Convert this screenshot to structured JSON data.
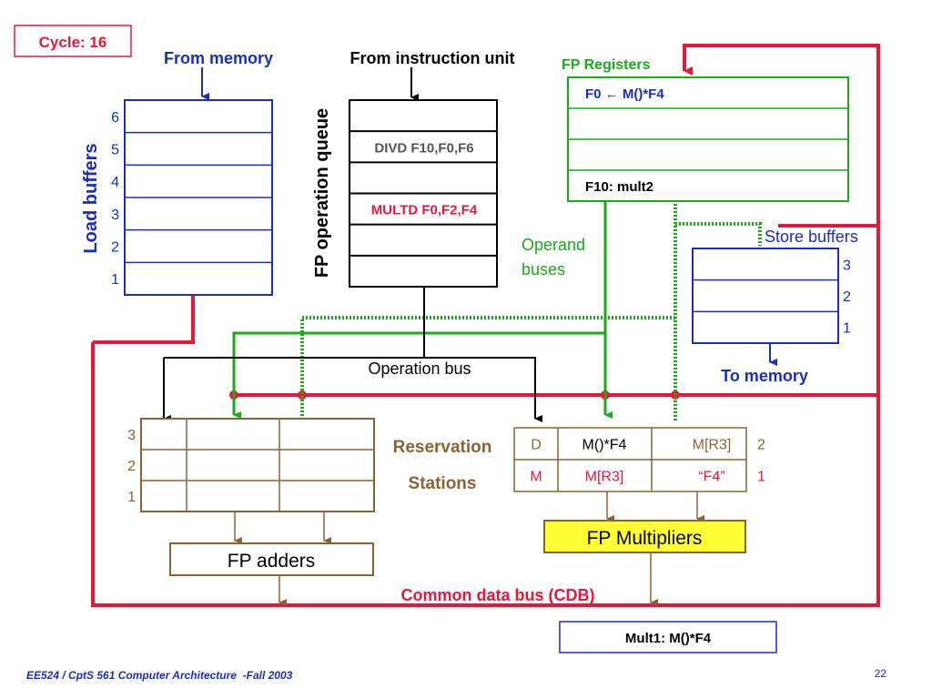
{
  "cycle": "Cycle: 16",
  "labels": {
    "from_memory": "From memory",
    "from_instruction_unit": "From instruction unit",
    "fp_registers": "FP Registers",
    "load_buffers": "Load buffers",
    "fp_operation_queue": "FP operation queue",
    "operand": "Operand",
    "buses": "buses",
    "store_buffers": "Store buffers",
    "to_memory": "To memory",
    "operation_bus": "Operation bus",
    "reservation": "Reservation",
    "stations": "Stations",
    "fp_adders": "FP adders",
    "fp_multipliers": "FP Multipliers",
    "cdb": "Common data bus (CDB)",
    "cdb_value": "Mult1: M()*F4"
  },
  "load_buffers": [
    "6",
    "5",
    "4",
    "3",
    "2",
    "1"
  ],
  "op_queue": [
    "",
    "DIVD F10,F0,F6",
    "",
    "MULTD F0,F2,F4",
    "",
    ""
  ],
  "fp_registers": [
    "F0 ← M()*F4",
    "",
    "",
    "F10: mult2"
  ],
  "store_buffers": [
    "3",
    "2",
    "1"
  ],
  "adder_rs": [
    "3",
    "2",
    "1"
  ],
  "mult_rs": [
    {
      "op": "D",
      "v1": "M()*F4",
      "v2": "M[R3]",
      "num": "2"
    },
    {
      "op": "M",
      "v1": "M[R3]",
      "v2": "“F4”",
      "num": "1"
    }
  ],
  "footer": {
    "left": "EE524 / CptS 561 Computer Architecture  -Fall 2003",
    "page": "22"
  },
  "colors": {
    "red": "#e8173a",
    "green": "#1aaa1a",
    "blue": "#1a2fbf",
    "brown": "#8a6234",
    "yellow": "#ffff33"
  }
}
